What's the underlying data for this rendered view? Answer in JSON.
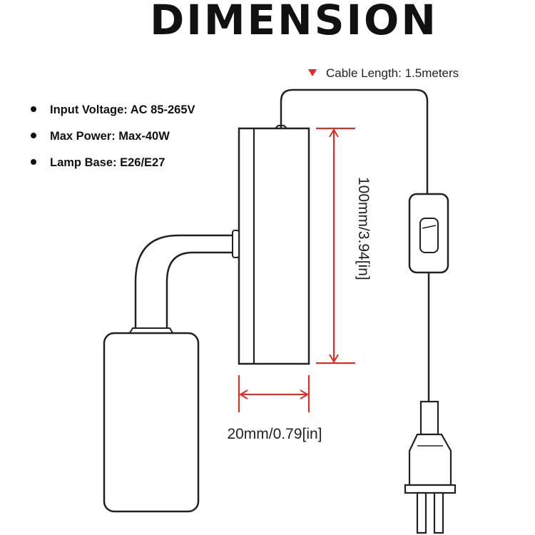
{
  "title": "DIMENSION",
  "specs": [
    "Input Voltage: AC 85-265V",
    "Max Power: Max-40W",
    "Lamp Base: E26/E27"
  ],
  "cable_note": "Cable Length: 1.5meters",
  "dimensions": {
    "height_label": "100mm/3.94[in]",
    "width_label": "20mm/0.79[in]"
  },
  "colors": {
    "outline": "#222222",
    "dimension_lines": "#d9302a",
    "marker": "#e02b2b"
  }
}
